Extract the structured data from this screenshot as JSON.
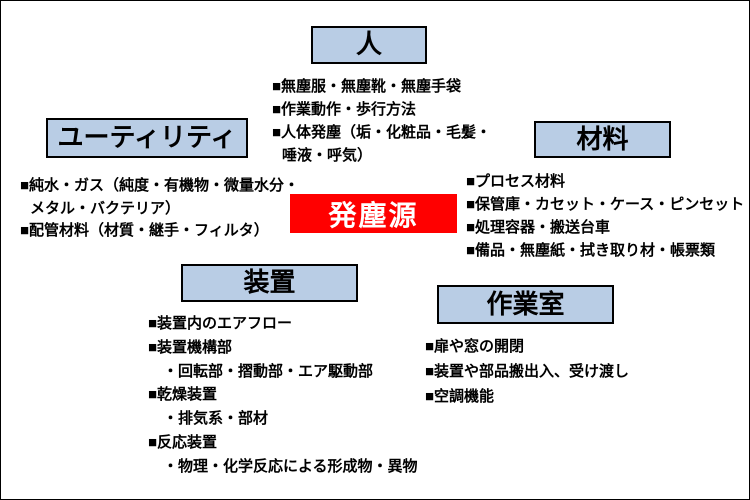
{
  "colors": {
    "box_fill": "#b9cde5",
    "box_border": "#000000",
    "center_bg": "#ff0000",
    "center_text": "#ffffff",
    "body_text": "#000000"
  },
  "center": {
    "label": "発塵源"
  },
  "categories": {
    "person": {
      "title": "人",
      "lines": [
        "■無塵服・無塵靴・無塵手袋",
        "■作業動作・歩行方法",
        "■人体発塵（垢・化粧品・毛髪・",
        "唾液・呼気）"
      ]
    },
    "utility": {
      "title": "ユーティリティ",
      "lines": [
        "■純水・ガス（純度・有機物・微量水分・",
        "メタル・バクテリア）",
        "■配管材料（材質・継手・フィルタ）"
      ]
    },
    "material": {
      "title": "材料",
      "lines": [
        "■プロセス材料",
        "■保管庫・カセット・ケース・ピンセット",
        "■処理容器・搬送台車",
        "■備品・無塵紙・拭き取り材・帳票類"
      ]
    },
    "equipment": {
      "title": "装置",
      "lines": [
        "■装置内のエアフロー",
        "■装置機構部",
        "・回転部・摺動部・エア駆動部",
        "■乾燥装置",
        "・排気系・部材",
        "■反応装置",
        "・物理・化学反応による形成物・異物"
      ]
    },
    "workroom": {
      "title": "作業室",
      "lines": [
        "■扉や窓の開閉",
        "■装置や部品搬出入、受け渡し",
        "■空調機能"
      ]
    }
  }
}
